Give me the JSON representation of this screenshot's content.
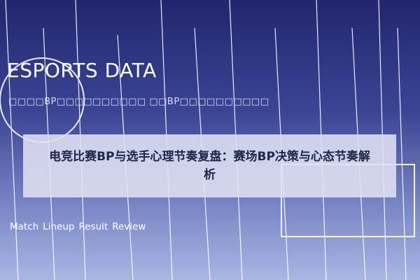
{
  "header": {
    "brand": "ESPORTS DATA",
    "subtitle": "□□□□BP□□□□□□□□□□ □□BP□□□□□□□□□□"
  },
  "banner": {
    "title": "电竞比赛BP与选手心理节奏复盘：赛场BP决策与心态节奏解析"
  },
  "nav": {
    "items": [
      "Match",
      "Lineup",
      "Result",
      "Review"
    ]
  },
  "colors": {
    "background_top": "#22266e",
    "background_bottom": "#aab6e2",
    "banner_bg": "#dee1f2",
    "banner_text": "#22264a",
    "line": "#ffffff"
  }
}
